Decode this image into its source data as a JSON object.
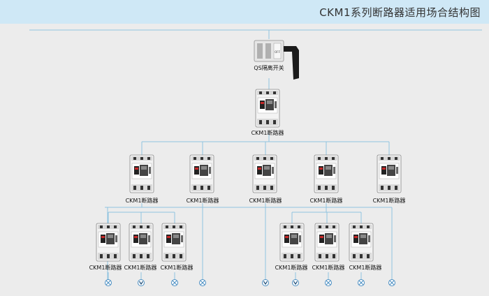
{
  "header": {
    "title": "CKM1系列断路器适用场合结构图"
  },
  "isolator": {
    "label": "QS隔离开关",
    "face_text": "OFF"
  },
  "main_breaker": {
    "label": "CKM1断路器"
  },
  "level2": [
    {
      "label": "CKM1断路器"
    },
    {
      "label": "CKM1断路器"
    },
    {
      "label": "CKM1断路器"
    },
    {
      "label": "CKM1断路器"
    },
    {
      "label": "CKM1断路器"
    }
  ],
  "level3": [
    {
      "label": "CKM1断路器"
    },
    {
      "label": "CKM1断路器"
    },
    {
      "label": "CKM1断路器"
    },
    {
      "label": "CKM1断路器"
    },
    {
      "label": "CKM1断路器"
    },
    {
      "label": "CKM1断路器"
    }
  ],
  "loads": [
    {
      "icon": "lamp-icon"
    },
    {
      "icon": "motor-icon"
    },
    {
      "icon": "lamp-icon"
    },
    {
      "icon": "lamp-icon"
    },
    {
      "icon": "motor-icon"
    },
    {
      "icon": "motor-icon"
    },
    {
      "icon": "lamp-icon"
    },
    {
      "icon": "lamp-icon"
    },
    {
      "icon": "lamp-icon"
    }
  ],
  "colors": {
    "wire": "#8fc3df",
    "header": "#cfe8f6"
  }
}
